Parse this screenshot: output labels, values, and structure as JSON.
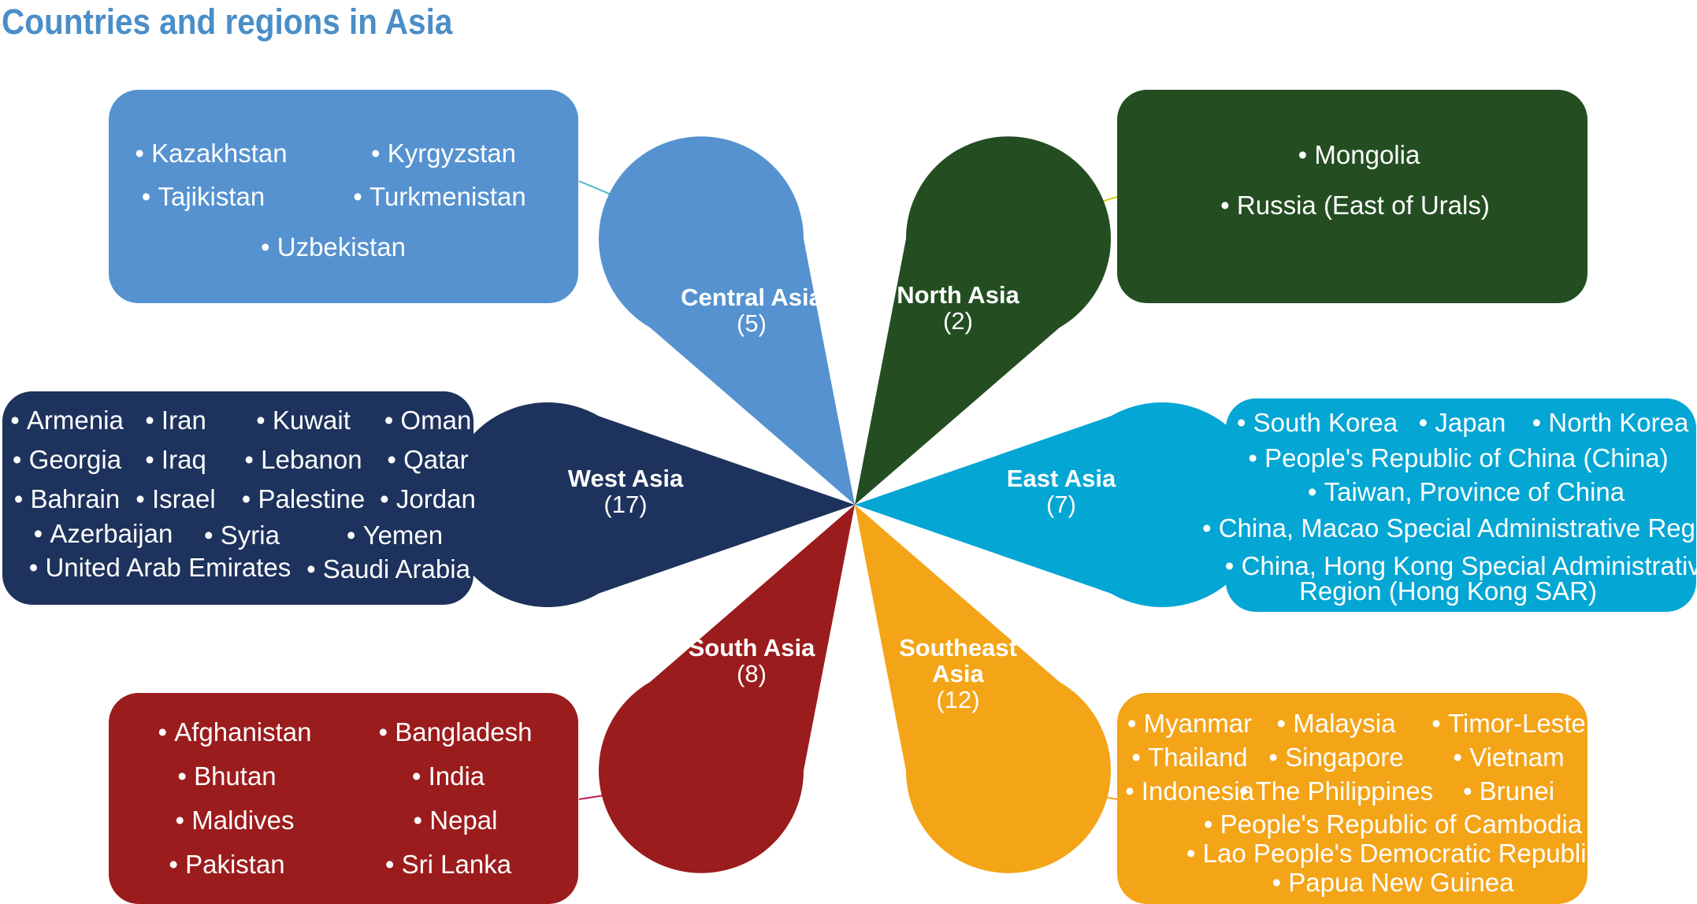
{
  "title": "Countries and regions in Asia",
  "colors": {
    "title": "#4a8ec8",
    "central": "#5592cf",
    "north": "#244e22",
    "east": "#04a6d4",
    "southeast": "#f4a417",
    "south": "#9b1c1d",
    "west": "#1d325c"
  },
  "regions": {
    "central": {
      "name": "Central Asia",
      "count": "(5)"
    },
    "north": {
      "name": "North Asia",
      "count": "(2)"
    },
    "east": {
      "name": "East Asia",
      "count": "(7)"
    },
    "southeast": {
      "name_line1": "Southeast",
      "name_line2": "Asia",
      "count": "(12)"
    },
    "south": {
      "name": "South Asia",
      "count": "(8)"
    },
    "west": {
      "name": "West Asia",
      "count": "(17)"
    }
  },
  "central_countries": [
    "Kazakhstan",
    "Kyrgyzstan",
    "Tajikistan",
    "Turkmenistan",
    "Uzbekistan"
  ],
  "north_countries": [
    "Mongolia",
    "Russia (East of Urals)"
  ],
  "east_countries": [
    "South Korea",
    "Japan",
    "North Korea",
    "People's Republic of China (China)",
    "Taiwan, Province of China",
    "China, Macao Special  Administrative Region",
    "China, Hong Kong Special Administrative",
    "Region (Hong Kong SAR)"
  ],
  "southeast_countries": [
    "Myanmar",
    "Malaysia",
    "Timor-Leste",
    "Thailand",
    "Singapore",
    "Vietnam",
    "Indonesia",
    "The Philippines",
    "Brunei",
    "People's Republic of Cambodia",
    "Lao People's Democratic Republic",
    "Papua New Guinea"
  ],
  "south_countries": [
    "Afghanistan",
    "Bangladesh",
    "Bhutan",
    "India",
    "Maldives",
    "Nepal",
    "Pakistan",
    "Sri Lanka"
  ],
  "west_countries": [
    "Armenia",
    "Iran",
    "Kuwait",
    "Oman",
    "Georgia",
    "Iraq",
    "Lebanon",
    "Qatar",
    "Bahrain",
    "Israel",
    "Palestine",
    "Jordan",
    "Azerbaijan",
    "Syria",
    "Yemen",
    "United Arab Emirates",
    "Saudi Arabia"
  ]
}
